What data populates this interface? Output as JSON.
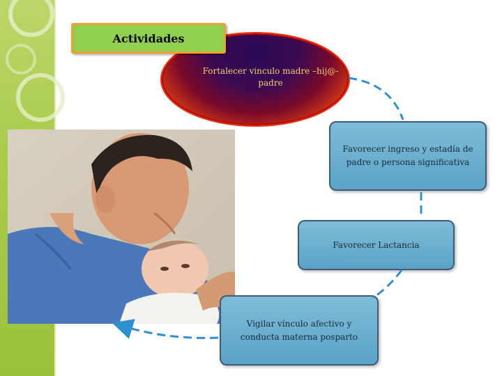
{
  "title": "Actividades",
  "center_ellipse": {
    "text": "Fortalecer vinculo  madre –hij@-padre"
  },
  "steps": [
    {
      "label": "Favorecer ingreso y estadía de padre o persona significativa"
    },
    {
      "label": "Favorecer Lactancia"
    },
    {
      "label": "Vigilar vínculo afectivo y conducta materna posparto"
    }
  ],
  "photo": {
    "description_icon": "father-kissing-baby-photo"
  },
  "colors": {
    "left_bar": "#a8cb4a",
    "title_box": "#8fd14f",
    "title_border": "#f0a030",
    "boxes": "#5aa3c8",
    "connector": "#2f8fd0"
  }
}
